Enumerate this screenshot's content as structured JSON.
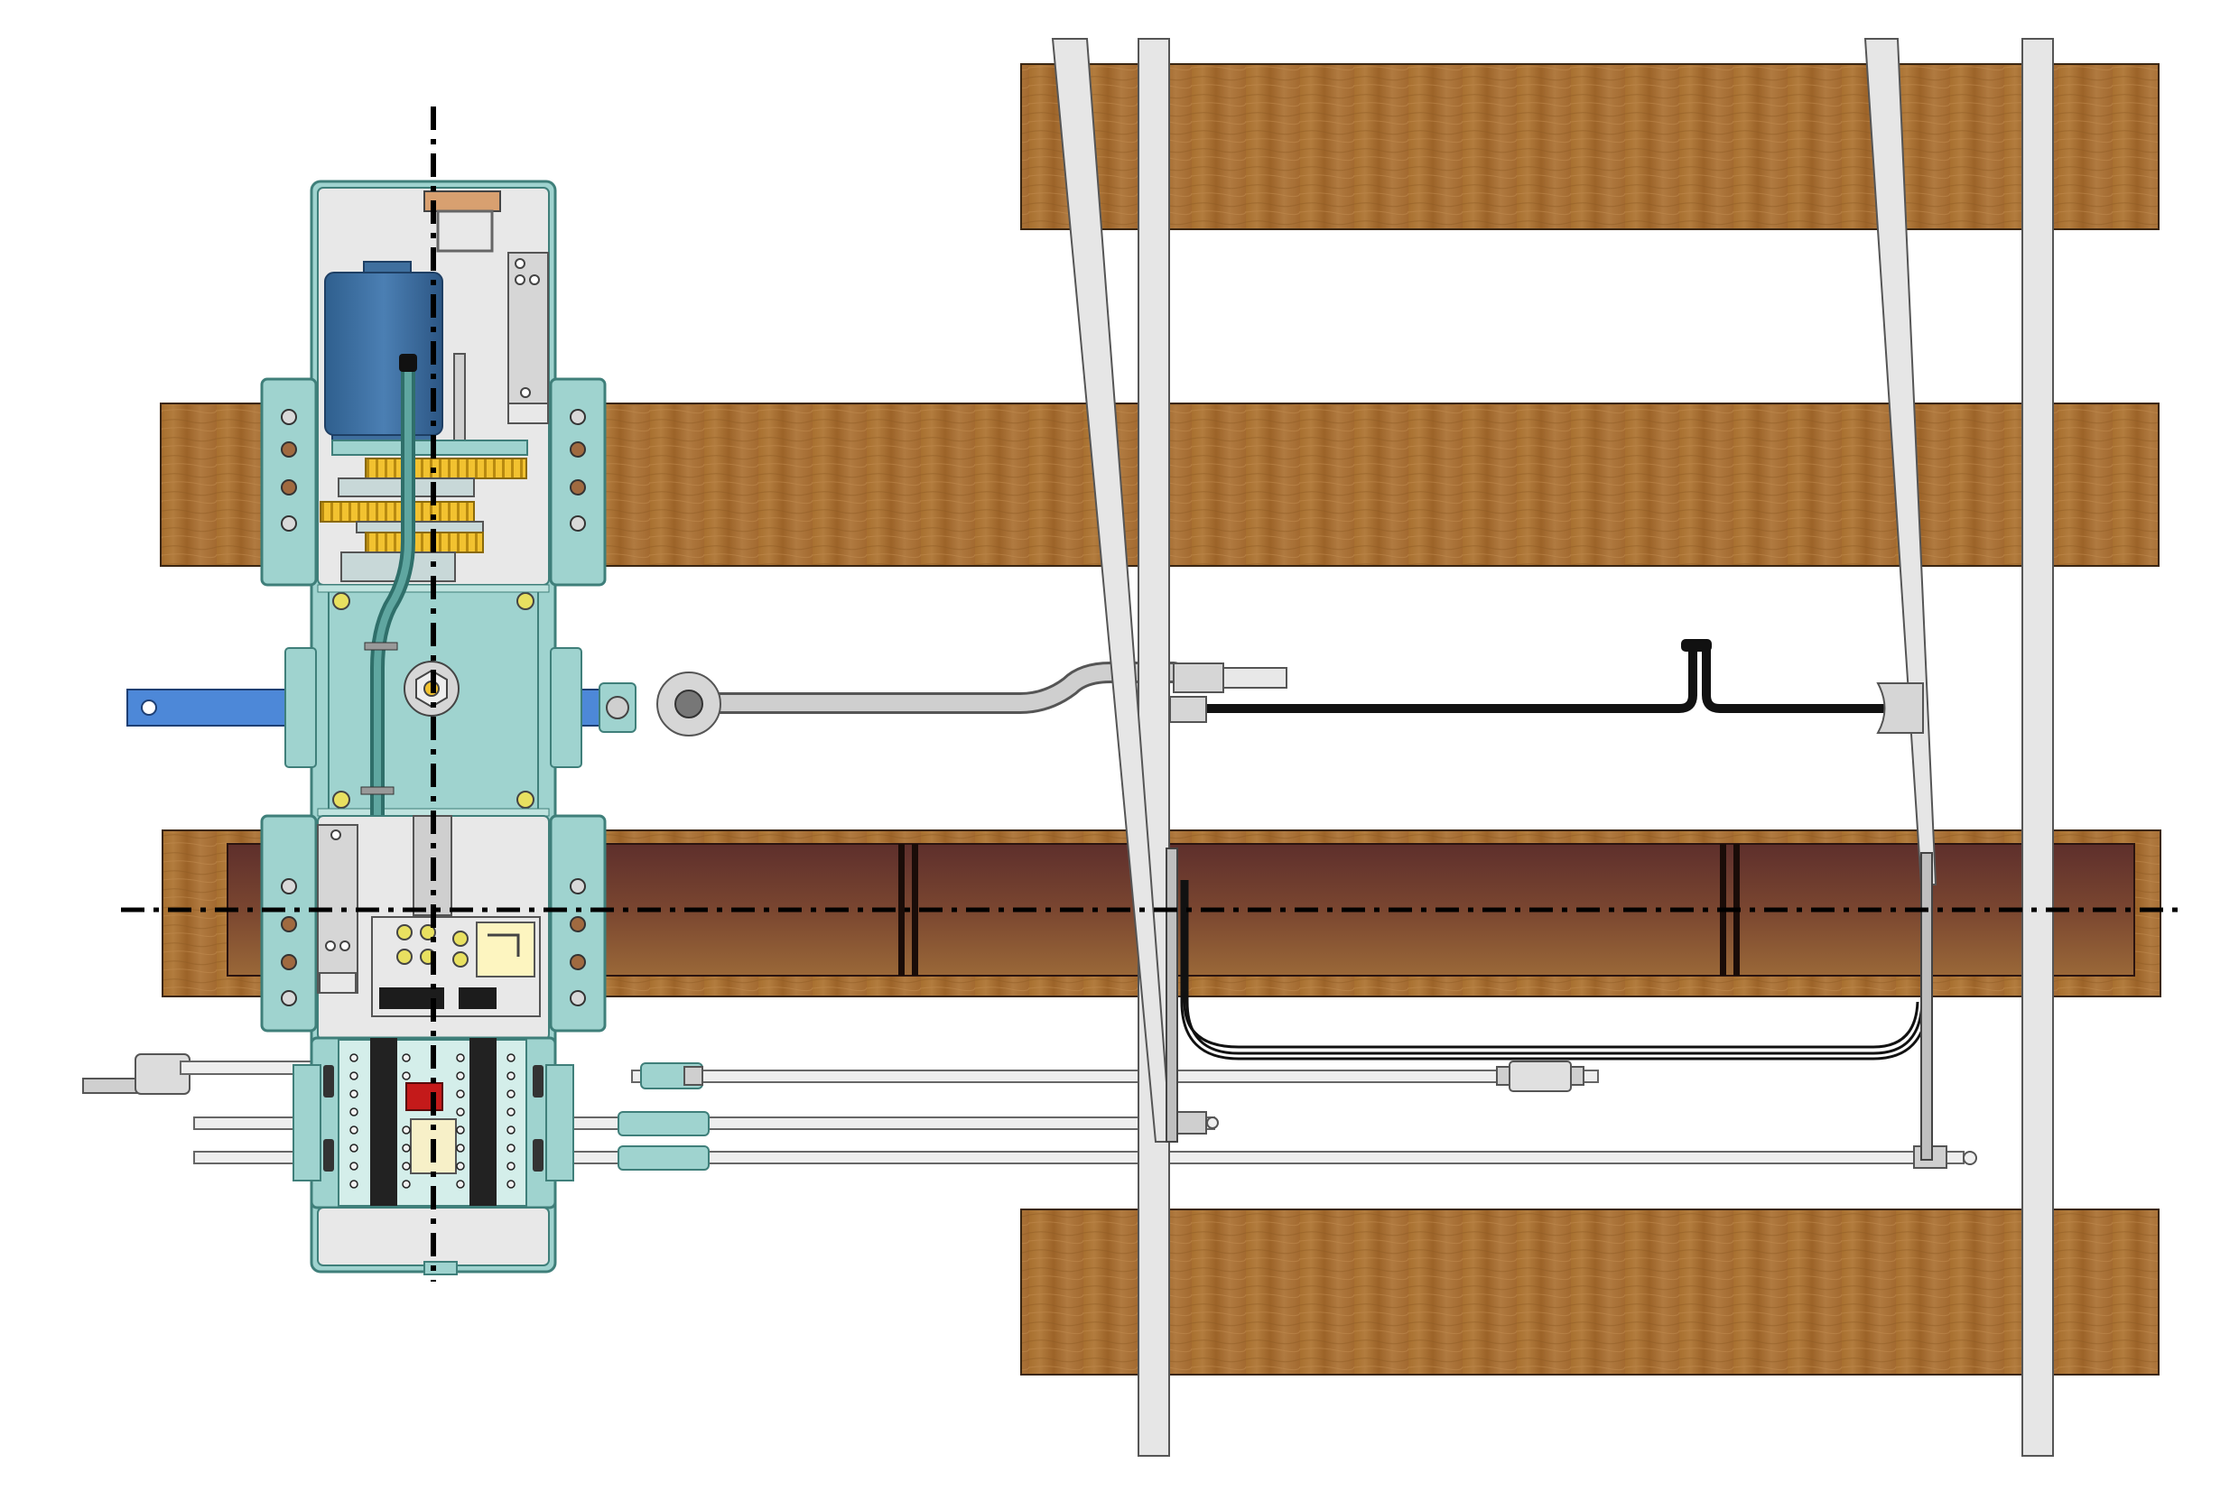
{
  "colors": {
    "wood": "#a86f38",
    "wood_dark": "#8c5a2a",
    "channel": "#6e3a2e",
    "machine_body": "#9fd3cf",
    "machine_edge": "#3f7f7a",
    "machine_panel": "#e8e8e8",
    "motor": "#3f6f9e",
    "gear": "#f2c230",
    "rod_blue": "#4d88d8",
    "rail": "#e4e4e4",
    "rail_edge": "#555555",
    "cable": "#111111",
    "centerline": "#000000",
    "terminal_red": "#c41a1a",
    "terminal_cream": "#f7f0c8"
  },
  "parts": {
    "sleepers": "wooden-sleeper",
    "hollow_sleeper": "hollow-steel-sleeper",
    "point_machine": "point-machine",
    "motor": "electric-motor",
    "gearbox": "reduction-gears",
    "throw_rod": "throw-rod",
    "drive_rod": "drive-rod",
    "detection_rods": "detection-rods",
    "stock_rails": "stock-rails",
    "switch_rails": "switch-rails",
    "terminal_block": "terminal-block",
    "cables": "detector-cables"
  }
}
